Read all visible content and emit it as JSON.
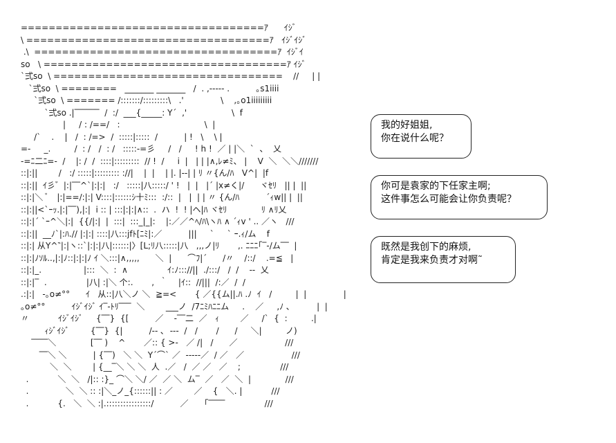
{
  "art": {
    "lines": [
      "===================================ｱ      ｲｼﾞ",
      "\\ ===================================ｱ   ｲｼﾞｲｼﾞ",
      " .\\  ===================================ｱ  ｲｼﾞｲ",
      "so   \\ ===================================ｱ ｲｼﾞ",
      "`弍so  \\ =================================    //     | |",
      "   `弍so  \\ ========   _______ _______   /  . ,‐‐‐‐‐ .          ｡s1iiii",
      "     `弍so  \\ ======= /:::::::/:::::::::\\   .'              \\    ,｡o1iiiiiiiii",
      "         `弍so .|‾‾‾‾‾‾  /  :/  ___{_____: Y´  ,'                 \\  f",
      "                |     / : /==/   :                                \\  |",
      "     /`    .    |   /  : /=>  /  :::::|:::::  /          | !   \\    \\ |",
      "=-     _.         /  : /   /  : /   :::::‐=彡     /   /     ! h !  ／ | |＼  `  、  乂",
      "-=ﾆ二ﾆ=-  /    |: /  /  ::::|:::::::::  // !  /     i  |   | | |∧,ﾚ≠ﾐ、 |    V  ＼  ＼＼///////",
      "::|:||        /   :/ :::::|::::::::: ://|    |  |    | |. |--| | ﾘ 〃{ん/ﾊ   V^|  |f",
      "::|:||  ｲ彡゛|:|‾‾^`|:|:|   :/   :::::|八:::::/ ' !   |  |   |´ |x≠く|/      ヾｾﾘ   || |  ||",
      "::|:|＼ ﾞ   |:|==/:|:| V::::|::::::ｼ十ﾐ:::  :/::  |   |  | | 〃 {ん/ﾊ          ´ｨw|| |  ||",
      "::|:||<`ｰｯ.|:|‾‾),|:|  i :: | :::|:|:|∧::  .  ハ  !  ! |ヘ|ﾊ ヾｾﾘ             ﾘ ∧ﾘ乂",
      "::|:|´ `ｰ^＼|:|  {{/|:|  |  :::|  :::_|_|:    |:／／^ﾍ/ﾊ\\ヽﾊ ∧ ´ｨv ' .. ／ヽ   ///",
      "::|:||  __ﾉ`|:ﾊ.// |:|:| ::::|八:::jfﾄ[ﾆﾐ|:／          |||     `     ` ｰ.ｨ/ム    f",
      "::|:| 从Y^‶|:|ヽ::`|:|:|八|::::::|〉[L;ﾘ八:::::|八   ,,,ノ|ﾘ       ,. ﾆﾆﾆ｢‾-/ム‾‾  |",
      "::|:|ﾉｿﾙ..,|:|ﾉ::|:|:|ﾉ ｲ ＼:::|∧,,,,,      ＼  |      ⌒ﾌ|´      /〃    /::/    .=≦   |",
      "::|:|_.                |:::  ＼  :  ∧               ｲ:ﾉ::://||  ./:::/   /  /    ‐‐  乂",
      "::|:|‾  .               |八| :|＼ 个:.       ,  ｀    |ｲ::  //|||  /:／  /  /",
      ".:|:|   ‐｡o≠°°      ｲ   从::|八＼ノ ＼  ≧=<       { ／{{ム||.ﾊ .ﾉ  ｲ   /         |  |              |",
      "｡o≠°°          ｲｼﾞｲｼﾞ ｲ‾‐ﾄﾘ‾‾‾  ＼        ___ノ  /7ﾆﾐﾊﾆﾆム     .    ／     ,ﾉ ､          |  |",
      "〃           ｲｼﾞｲｼﾞ     {‾‾}  {[          ／    ‐‾‾二  ／   ｨ        ／     /`  {  :         .|",
      "         ｨｼﾞｲｼﾞ        {‾‾}  {|          /‐‐ ､  ‐‐‐  /   /       /      /     ＼|         ノ)",
      "    ‾‾‾‾＼             [‾‾ )    ^       ／:: { >‐   ／ /|   /      ／                  ///",
      "       ‾‾＼ ＼          | {‾‾)   ＼ ＼  Y´⌒` ／  ‐‐‐‐‐／  / ／   ／                  ///",
      "           ＼  ＼        | {__‾＼ ＼ ＼  人  .／   /  ／ ／   ／    ;               ///",
      "  .           ＼  ＼   /|:: :}_ ⌒＼ ＼/ ／  ／ ＼  ム‾  ／   ／  ＼  |             ///",
      "  .              ＼  ＼ :: :|＼_ノ_{::::::|| : ／        ／    {   ＼. |           ///",
      "  .           {.   ＼  ＼ :|.::::::::::::::::/          ／      ｢‾‾‾‾               ///"
    ]
  },
  "bubbles": [
    {
      "lines": [
        "我的好姐姐,",
        "你在说什么呢？"
      ]
    },
    {
      "lines": [
        "你可是袁家的下任家主啊;",
        "这件事怎么可能会让你负责呢？"
      ]
    },
    {
      "lines": [
        "既然是我创下的麻烦,",
        "肯定是我来负责才对啊˜"
      ]
    }
  ]
}
